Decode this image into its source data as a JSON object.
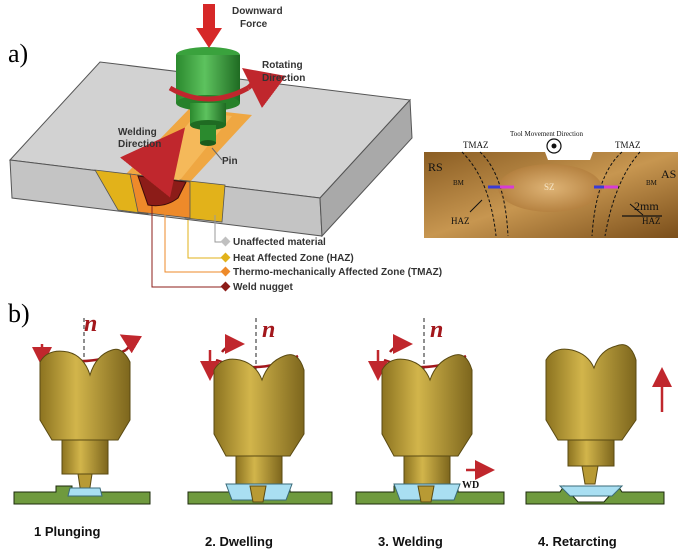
{
  "panel_a": {
    "label": "a)",
    "downward_force": [
      "Downward",
      "Force"
    ],
    "rotating_direction": [
      "Rotating",
      "Direction"
    ],
    "welding_direction": [
      "Welding",
      "Direction"
    ],
    "pin": "Pin",
    "legend": [
      {
        "label": "Unaffected material",
        "color": "#c0c0c0"
      },
      {
        "label": "Heat Affected Zone (HAZ)",
        "color": "#e2b21a"
      },
      {
        "label": "Thermo-mechanically Affected Zone (TMAZ)",
        "color": "#ee8a2a"
      },
      {
        "label": "Weld nugget",
        "color": "#8c1c18"
      }
    ]
  },
  "micrograph": {
    "tool_movement": "Tool Movement Direction",
    "tmaz_left": "TMAZ",
    "tmaz_right": "TMAZ",
    "rs": "RS",
    "as": "AS",
    "bm_left": "BM",
    "bm_right": "BM",
    "sz": "SZ",
    "haz_left": "HAZ",
    "haz_right": "HAZ",
    "scale": "2mm"
  },
  "panel_b": {
    "label": "b)",
    "steps": [
      {
        "label": "1 Plunging",
        "symbol": "n"
      },
      {
        "label": "2. Dwelling",
        "symbol": "n"
      },
      {
        "label": "3. Welding",
        "symbol": "n",
        "extra": "WD"
      },
      {
        "label": "4. Retarcting"
      }
    ]
  }
}
